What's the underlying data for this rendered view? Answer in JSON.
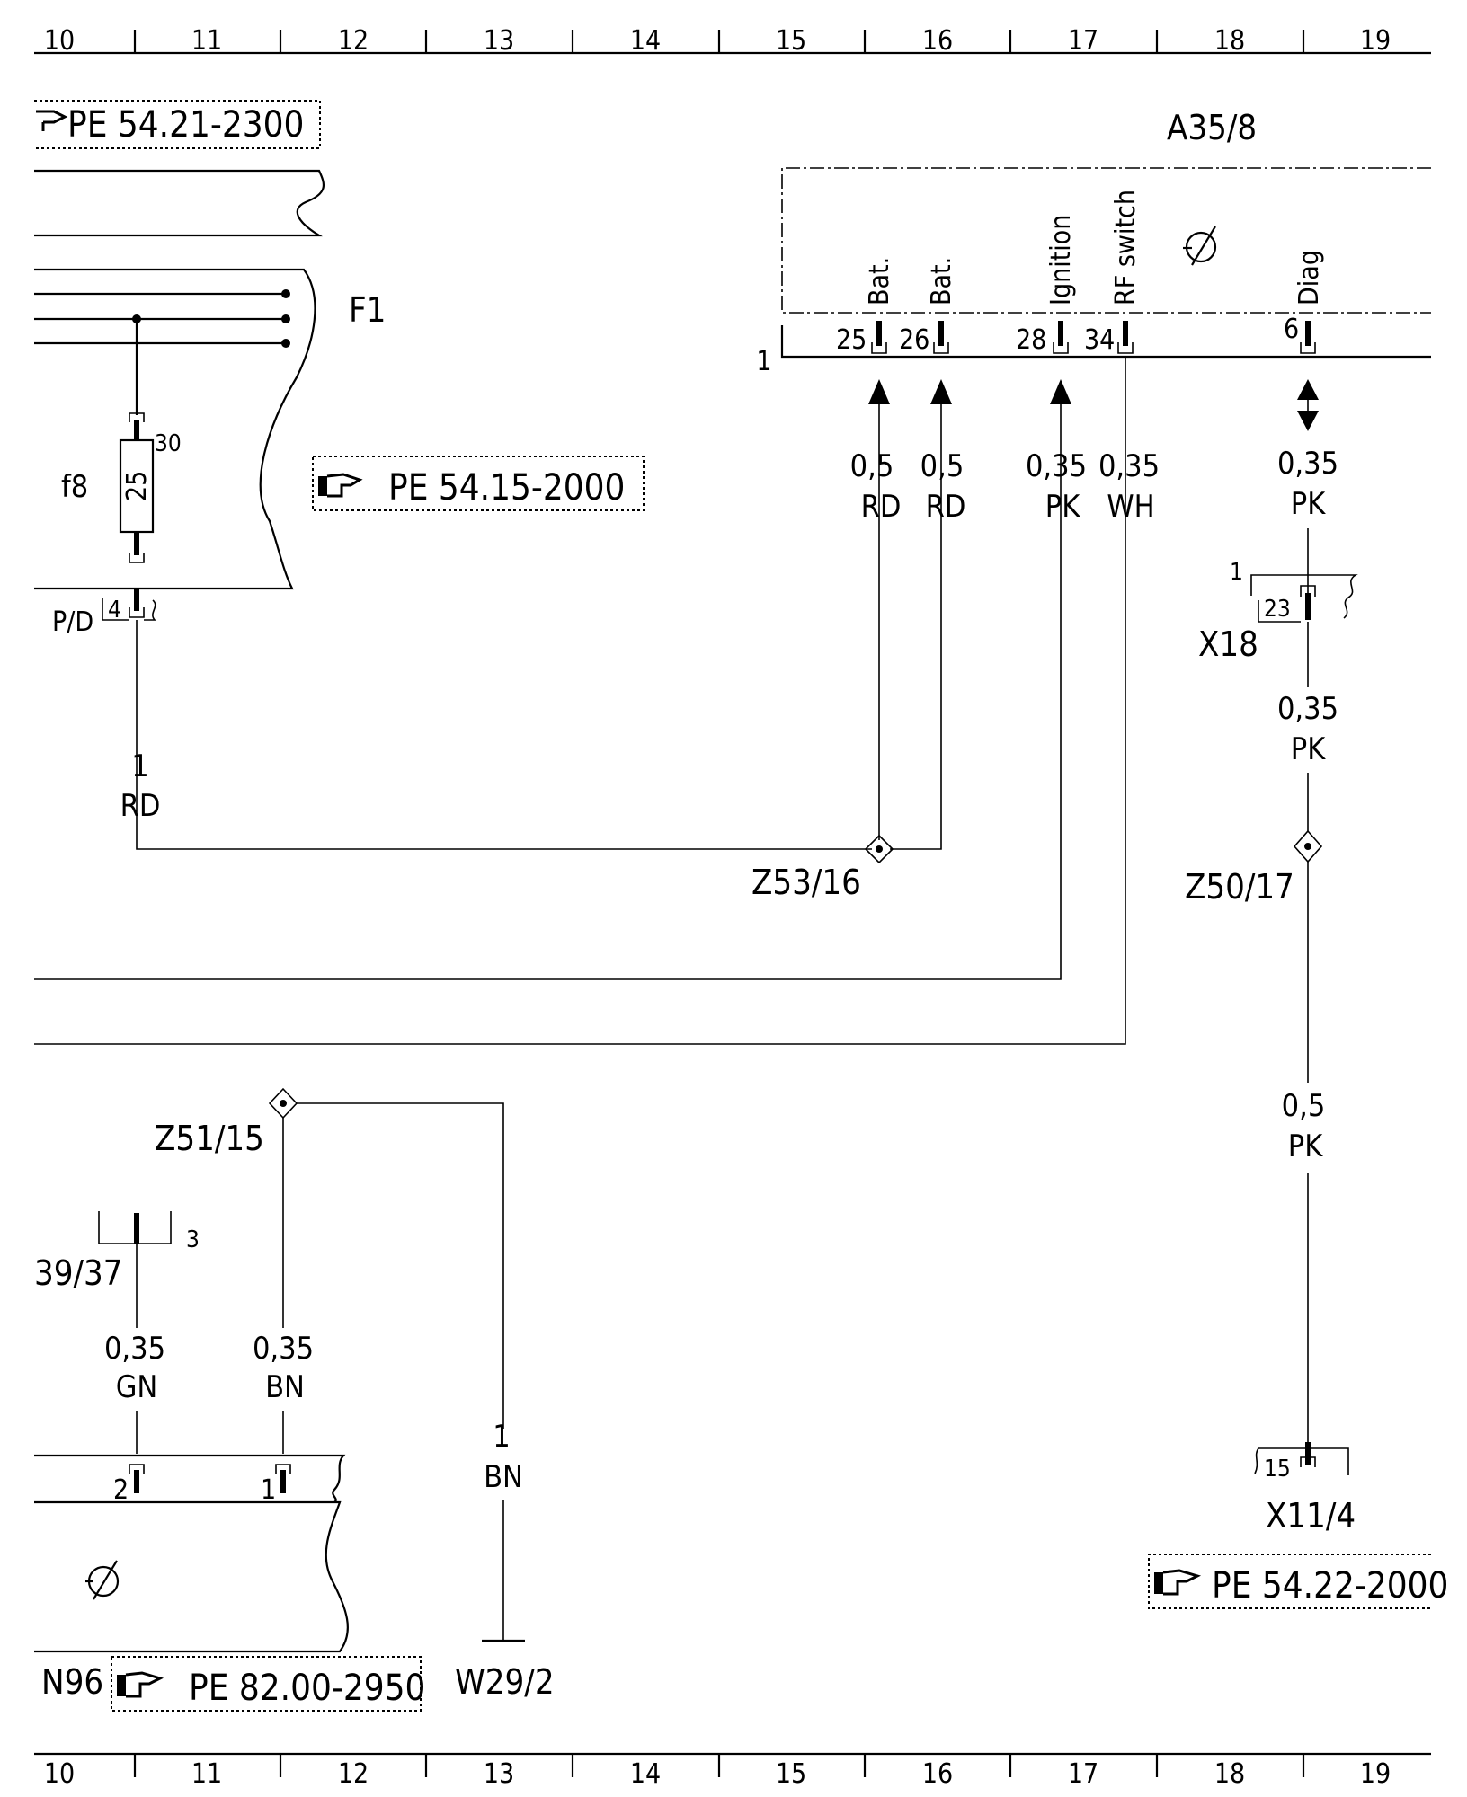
{
  "grid": {
    "top": [
      "10",
      "11",
      "12",
      "13",
      "14",
      "15",
      "16",
      "17",
      "18",
      "19"
    ],
    "bottom": [
      "10",
      "11",
      "12",
      "13",
      "14",
      "15",
      "16",
      "17",
      "18",
      "19"
    ]
  },
  "references": {
    "top_left": "PE 54.21-2300",
    "f1_ref": "PE 54.15-2000",
    "x11_ref": "PE 54.22-2000",
    "n96_ref": "PE 82.00-2950"
  },
  "components": {
    "a35": "A35/8",
    "a35_pin_ref": "1",
    "f1": "F1",
    "fuse_name": "f8",
    "fuse_rating": "25",
    "fuse_pin": "30",
    "pd_label": "P/D",
    "pd_pin": "4",
    "x18": "X18",
    "x18_ref": "1",
    "x18_pin": "23",
    "x11": "X11/4",
    "x11_pin": "15",
    "b39": "39/37",
    "b39_pin": "3",
    "n96": "N96",
    "n96_pin2": "2",
    "n96_pin1": "1",
    "w29": "W29/2"
  },
  "a35_pins": [
    {
      "number": "25",
      "label": "Bat."
    },
    {
      "number": "26",
      "label": "Bat."
    },
    {
      "number": "28",
      "label": "Ignition"
    },
    {
      "number": "34",
      "label": "RF switch"
    },
    {
      "number": "6",
      "label": "Diag"
    }
  ],
  "wires": {
    "bat1": {
      "size": "0,5",
      "color": "RD"
    },
    "bat2": {
      "size": "0,5",
      "color": "RD"
    },
    "ign": {
      "size": "0,35",
      "color": "PK"
    },
    "rf": {
      "size": "0,35",
      "color": "WH"
    },
    "diag": {
      "size": "0,35",
      "color": "PK"
    },
    "diag2": {
      "size": "0,35",
      "color": "PK"
    },
    "diag3": {
      "size": "0,5",
      "color": "PK"
    },
    "feed": {
      "size": "1",
      "color": "RD"
    },
    "gn": {
      "size": "0,35",
      "color": "GN"
    },
    "bn": {
      "size": "0,35",
      "color": "BN"
    },
    "gnd": {
      "size": "1",
      "color": "BN"
    }
  },
  "splices": {
    "z53": "Z53/16",
    "z50": "Z50/17",
    "z51": "Z51/15"
  }
}
